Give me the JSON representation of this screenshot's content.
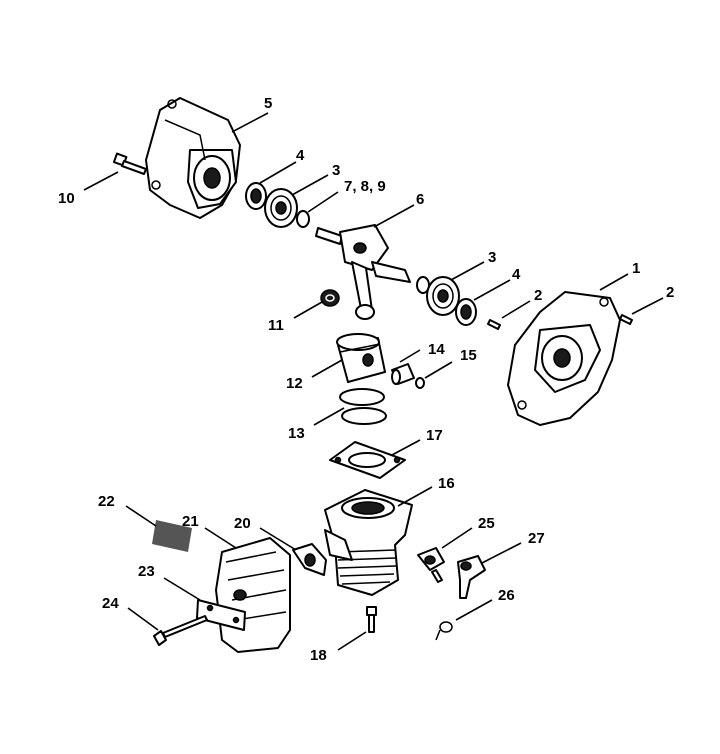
{
  "callouts": {
    "c1": "1",
    "c2a": "2",
    "c2b": "2",
    "c3a": "3",
    "c3b": "3",
    "c4a": "4",
    "c4b": "4",
    "c5": "5",
    "c6": "6",
    "c789": "7, 8, 9",
    "c10": "10",
    "c11": "11",
    "c12": "12",
    "c13": "13",
    "c14": "14",
    "c15": "15",
    "c16": "16",
    "c17": "17",
    "c18": "18",
    "c20": "20",
    "c21": "21",
    "c22": "22",
    "c23": "23",
    "c24": "24",
    "c25": "25",
    "c26": "26",
    "c27": "27"
  }
}
